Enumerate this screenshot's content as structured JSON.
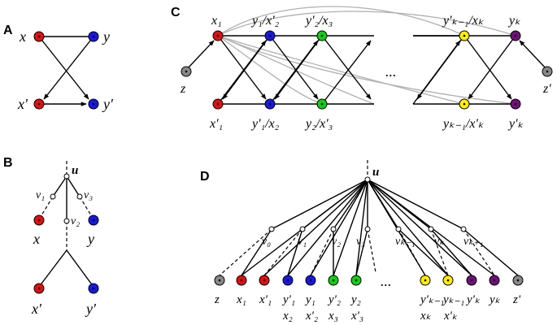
{
  "panels": {
    "a": "A",
    "b": "B",
    "c": "C",
    "d": "D"
  },
  "colors": {
    "red": "#e01010",
    "blue": "#1818e0",
    "green": "#10d010",
    "yellow": "#ffee00",
    "purple": "#70107a",
    "gray": "#888888"
  },
  "labels": {
    "a_x": "x",
    "a_y": "y",
    "a_xp": "x'",
    "a_yp": "y'",
    "b_u": "u",
    "b_v1": "v₁",
    "b_v2": "v₂",
    "b_v3": "v₃",
    "b_x": "x",
    "b_y": "y",
    "b_xp": "x'",
    "b_yp": "y'",
    "c_x1": "x₁",
    "c_y1x2p": "y₁/x'₂",
    "c_y2px3": "y'₂/x₃",
    "c_ykm1px": "y'ₖ₋₁/xₖ",
    "c_yk": "yₖ",
    "c_z": "z",
    "c_zp": "z'",
    "c_x1p": "x'₁",
    "c_y1px2": "y'₁/x₂",
    "c_y2x3p": "y₂/x'₃",
    "c_ykm1xkp": "yₖ₋₁/x'ₖ",
    "c_ykp": "y'ₖ",
    "c_dots": "...",
    "d_u": "u",
    "d_v0": "v₀",
    "d_v1": "v₁",
    "d_v2": "v₂",
    "d_v3": "v₃",
    "d_vkm1": "vₖ₋₁",
    "d_vk": "vₖ",
    "d_vkp1": "vₖ₊₁",
    "d_dots": "...",
    "d_b1": [
      "z",
      "x₁",
      "x'₁",
      "y'₁",
      "y₁",
      "y'₂",
      "y₂",
      "y'ₖ₋₁",
      "yₖ₋₁",
      "y'ₖ",
      "yₖ",
      "z'"
    ],
    "d_b2": [
      "x₂",
      "x'₂",
      "x₃",
      "x'₃",
      "xₖ",
      "x'ₖ"
    ]
  }
}
